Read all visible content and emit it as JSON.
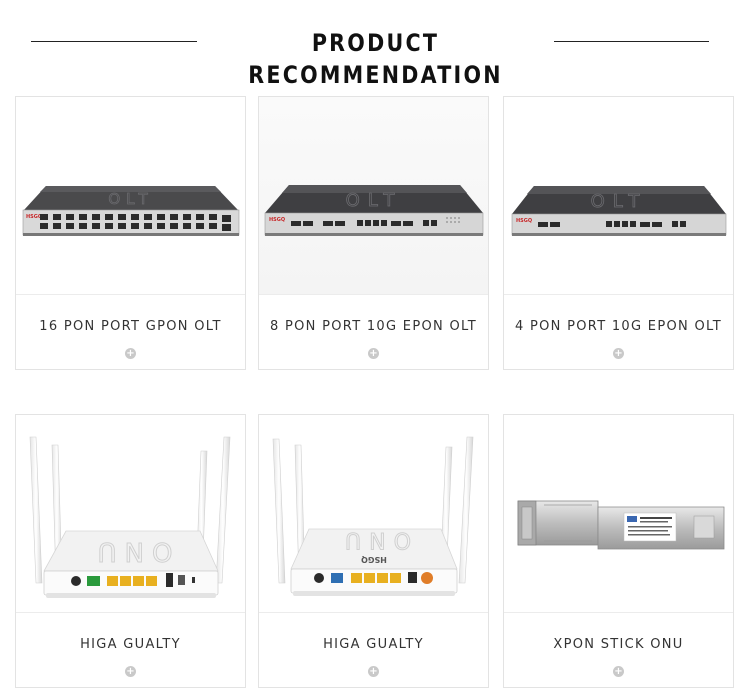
{
  "header": {
    "title": "PRODUCT RECOMMENDATION"
  },
  "products": [
    {
      "label": "16 PON PORT GPON OLT",
      "more_icon": "plus-circle-icon",
      "device": "olt-16-port"
    },
    {
      "label": "8 PON PORT 10G EPON OLT",
      "more_icon": "plus-circle-icon",
      "device": "olt-8-port"
    },
    {
      "label": "4 PON PORT 10G EPON OLT",
      "more_icon": "plus-circle-icon",
      "device": "olt-4-port"
    },
    {
      "label": "HIGA GUALTY",
      "more_icon": "plus-circle-icon",
      "device": "onu-router"
    },
    {
      "label": "HIGA GUALTY",
      "more_icon": "plus-circle-icon",
      "device": "onu-router"
    },
    {
      "label": "XPON STICK ONU",
      "more_icon": "plus-circle-icon",
      "device": "sfp-stick"
    }
  ],
  "device_text": {
    "olt": "OLT",
    "onu": "ONU",
    "brand": "HSGQ"
  },
  "colors": {
    "olt_body": "#3a3a3c",
    "brand_red": "#c8282a",
    "port_yellow": "#e8b020",
    "port_green": "#2a9a3c",
    "port_blue": "#2f6fb3",
    "port_orange": "#e07d28"
  }
}
